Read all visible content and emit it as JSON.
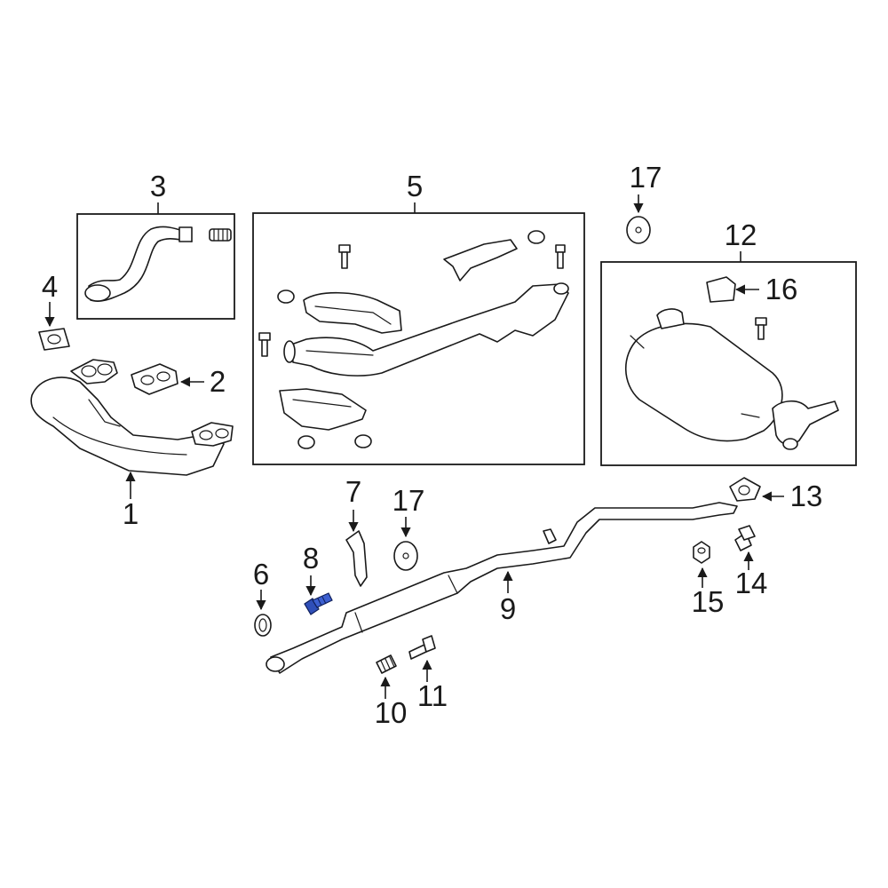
{
  "diagram": {
    "type": "exploded-parts-diagram",
    "highlight_color": "#2f4fb8",
    "line_color": "#1a1a1a",
    "callouts": {
      "c1": "1",
      "c2": "2",
      "c3": "3",
      "c4": "4",
      "c5": "5",
      "c6": "6",
      "c7": "7",
      "c8": "8",
      "c9": "9",
      "c10": "10",
      "c11": "11",
      "c12": "12",
      "c13": "13",
      "c14": "14",
      "c15": "15",
      "c16": "16",
      "c17a": "17",
      "c17b": "17"
    },
    "highlighted_part": "8"
  }
}
